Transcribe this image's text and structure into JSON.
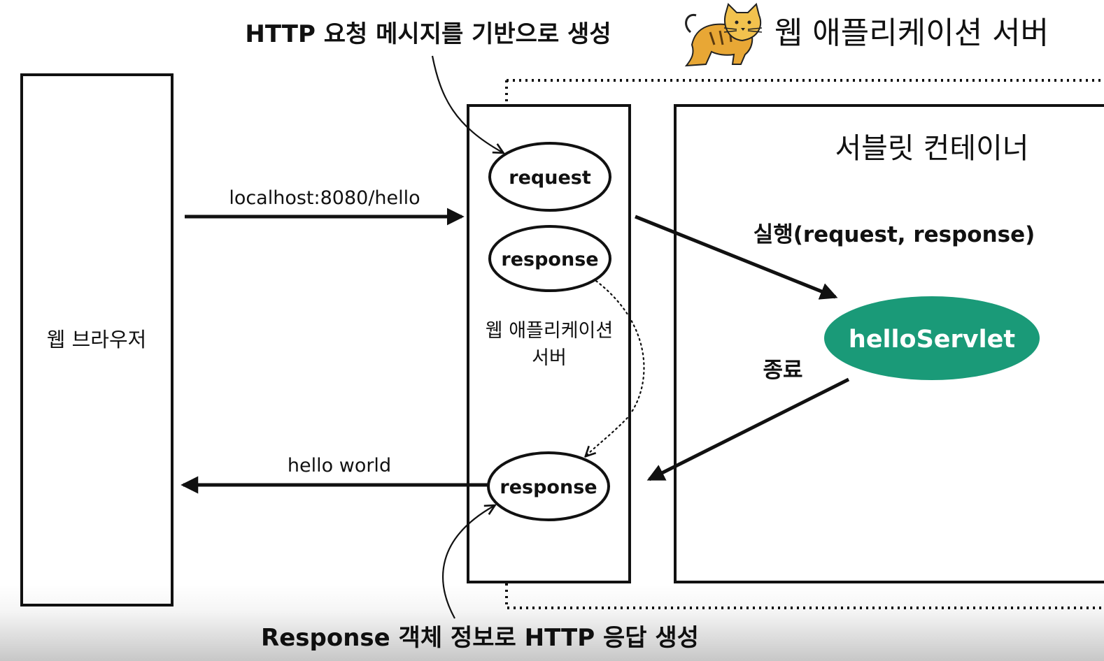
{
  "annotations": {
    "top": "HTTP 요청 메시지를 기반으로 생성",
    "bottom": "Response 객체 정보로 HTTP 응답 생성"
  },
  "header": {
    "server_title": "웹 애플리케이션 서버",
    "logo": "tomcat-cat-icon"
  },
  "nodes": {
    "browser": "웹 브라우저",
    "was_line1": "웹 애플리케이션",
    "was_line2": "서버",
    "container": "서블릿 컨테이너",
    "request": "request",
    "response_top": "response",
    "response_bottom": "response",
    "servlet": "helloServlet"
  },
  "edges": {
    "request_url": "localhost:8080/hello",
    "execute": "실행(request, response)",
    "finish": "종료",
    "reply": "hello world"
  },
  "colors": {
    "servlet_fill": "#1a9a78",
    "servlet_text": "#ffffff",
    "logo_fur": "#e8a735"
  }
}
